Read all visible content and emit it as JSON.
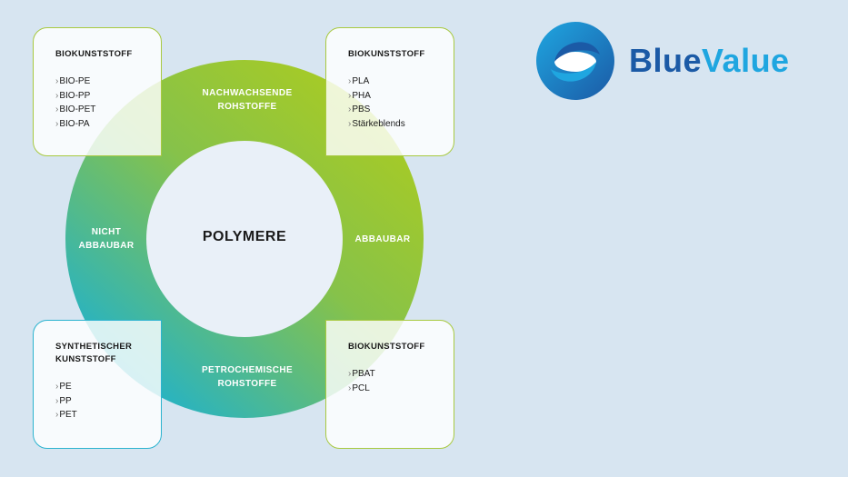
{
  "center": "POLYMERE",
  "ring_labels": {
    "top": "NACHWACHSENDE\nROHSTOFFE",
    "right": "ABBAUBAR",
    "bottom": "PETROCHEMISCHE\nROHSTOFFE",
    "left": "NICHT\nABBAUBAR"
  },
  "cards": {
    "top_left": {
      "title": "BIOKUNSTSTOFF",
      "items": [
        "BIO-PE",
        "BIO-PP",
        "BIO-PET",
        "BIO-PA"
      ]
    },
    "top_right": {
      "title": "BIOKUNSTSTOFF",
      "items": [
        "PLA",
        "PHA",
        "PBS",
        "Stärkeblends"
      ]
    },
    "bottom_left": {
      "title": "SYNTHETISCHER\nKUNSTSTOFF",
      "items": [
        "PE",
        "PP",
        "PET"
      ]
    },
    "bottom_right": {
      "title": "BIOKUNSTSTOFF",
      "items": [
        "PBAT",
        "PCL"
      ]
    }
  },
  "logo": {
    "part1": "Blue",
    "part2": "Value"
  },
  "colors": {
    "ring_green": "#a3c829",
    "ring_teal": "#2bb3cf",
    "logo_dark_blue": "#1b5aa6",
    "logo_light_blue": "#1fa6e0",
    "background": "#d7e5f1"
  },
  "icons": {
    "chevron": "›"
  }
}
